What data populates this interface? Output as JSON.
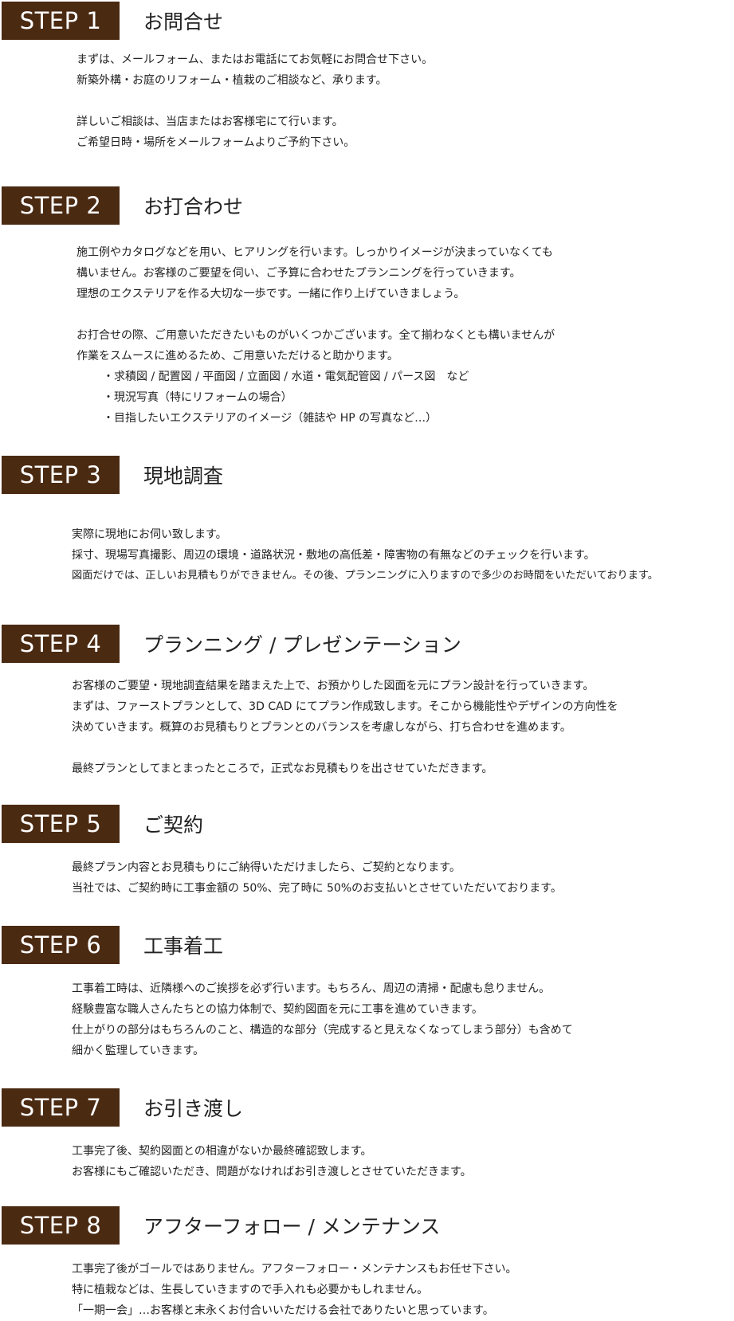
{
  "steps": [
    {
      "label": "STEP 1",
      "title": "お問合せ",
      "lines": [
        "まずは、メールフォーム、またはお電話にてお気軽にお問合せ下さい。",
        "新築外構・お庭のリフォーム・植栽のご相談など、承ります。",
        "",
        "詳しいご相談は、当店またはお客様宅にて行います。",
        "ご希望日時・場所をメールフォームよりご予約下さい。"
      ]
    },
    {
      "label": "STEP 2",
      "title": "お打合わせ",
      "lines": [
        "施工例やカタログなどを用い、ヒアリングを行います。しっかりイメージが決まっていなくても",
        "構いません。お客様のご要望を伺い、ご予算に合わせたプランニングを行っていきます。",
        "理想のエクステリアを作る大切な一歩です。一緒に作り上げていきましょう。",
        "",
        "お打合せの際、ご用意いただきたいものがいくつかございます。全て揃わなくとも構いませんが",
        "作業をスムースに進めるため、ご用意いただけると助かります。"
      ],
      "bullets": [
        "・求積図 / 配置図 / 平面図 / 立面図 / 水道・電気配管図 / パース図　など",
        "・現況写真（特にリフォームの場合）",
        "・目指したいエクステリアのイメージ（雑誌や HP の写真など…）"
      ]
    },
    {
      "label": "STEP 3",
      "title": "現地調査",
      "lines": [
        "実際に現地にお伺い致します。",
        "採寸、現場写真撮影、周辺の環境・道路状況・敷地の高低差・障害物の有無などのチェックを行います。",
        "図面だけでは、正しいお見積もりができません。その後、プランニングに入りますので多少のお時間をいただいております。"
      ]
    },
    {
      "label": "STEP 4",
      "title": "プランニング / プレゼンテーション",
      "lines": [
        "お客様のご要望・現地調査結果を踏まえた上で、お預かりした図面を元にプラン設計を行っていきます。",
        "まずは、ファーストプランとして、3D CAD にてプラン作成致します。そこから機能性やデザインの方向性を",
        "決めていきます。概算のお見積もりとプランとのバランスを考慮しながら、打ち合わせを進めます。",
        "",
        "最終プランとしてまとまったところで，正式なお見積もりを出させていただきます。"
      ]
    },
    {
      "label": "STEP 5",
      "title": "ご契約",
      "lines": [
        "最終プラン内容とお見積もりにご納得いただけましたら、ご契約となります。",
        "当社では、ご契約時に工事金額の 50%、完了時に 50%のお支払いとさせていただいております。"
      ]
    },
    {
      "label": "STEP 6",
      "title": "工事着工",
      "lines": [
        "工事着工時は、近隣様へのご挨拶を必ず行います。もちろん、周辺の清掃・配慮も怠りません。",
        "経験豊富な職人さんたちとの協力体制で、契約図面を元に工事を進めていきます。",
        "仕上がりの部分はもちろんのこと、構造的な部分（完成すると見えなくなってしまう部分）も含めて",
        "細かく監理していきます。"
      ]
    },
    {
      "label": "STEP 7",
      "title": "お引き渡し",
      "lines": [
        "工事完了後、契約図面との相違がないか最終確認致します。",
        "お客様にもご確認いただき、問題がなければお引き渡しとさせていただきます。"
      ]
    },
    {
      "label": "STEP 8",
      "title": "アフターフォロー / メンテナンス",
      "lines": [
        "工事完了後がゴールではありません。アフターフォロー・メンテナンスもお任せ下さい。",
        "特に植栽などは、生長していきますので手入れも必要かもしれません。",
        "「一期一会」…お客様と末永くお付合いいただける会社でありたいと思っています。"
      ]
    }
  ]
}
